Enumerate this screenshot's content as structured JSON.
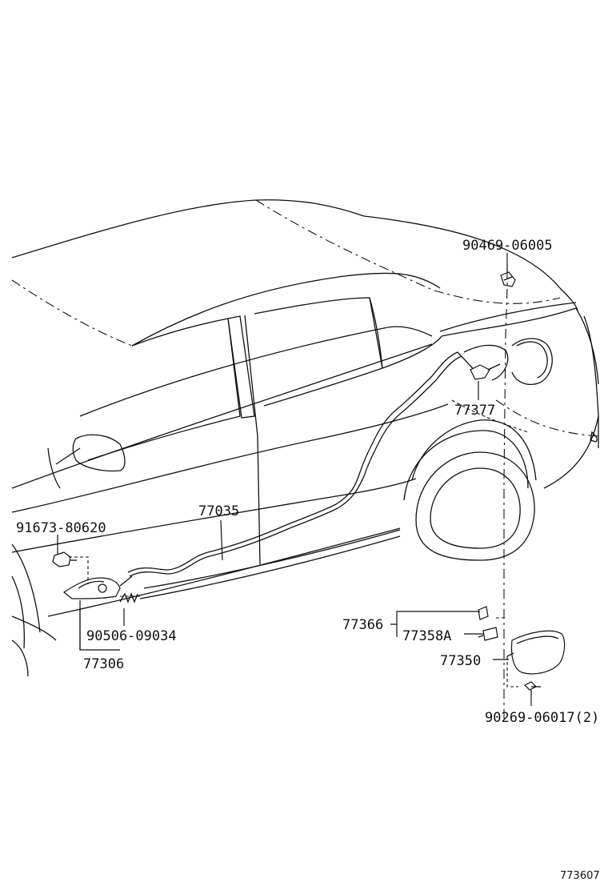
{
  "parts": {
    "p90469": "90469-06005",
    "p77377": "77377",
    "p77035": "77035",
    "p91673": "91673-80620",
    "p90506": "90506-09034",
    "p77306": "77306",
    "p77366": "77366",
    "p77358A": "77358A",
    "p77350": "77350",
    "p90269": "90269-06017(2)"
  },
  "figure_ref": "773607"
}
